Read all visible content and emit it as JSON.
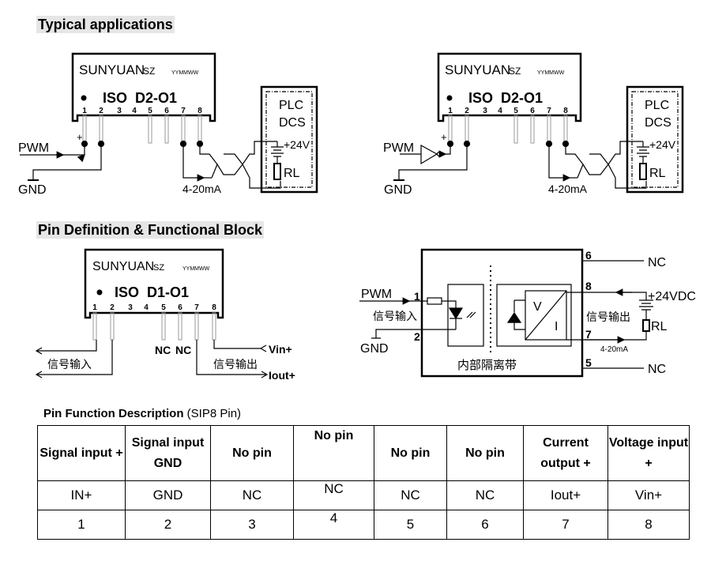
{
  "sections": {
    "typical": "Typical applications",
    "pindef": "Pin Definition & Functional Block"
  },
  "module": {
    "brand": "SUNYUAN",
    "brand_suffix": "SZ",
    "date_code": "YYMMWW",
    "model_app": "ISO  D2-O1",
    "model_pin": "ISO  D1-O1",
    "pins": [
      "1",
      "2",
      "3",
      "4",
      "5",
      "6",
      "7",
      "8"
    ]
  },
  "app": {
    "pwm": "PWM",
    "gnd": "GND",
    "plus": "+",
    "current": "4-20mA",
    "plc": "PLC",
    "dcs": "DCS",
    "v24": "+24V",
    "rl": "RL"
  },
  "pinout": {
    "signal_in": "信号输入",
    "signal_out": "信号输出",
    "nc5": "NC",
    "nc6": "NC",
    "vin": "Vin+",
    "iout": "Iout+"
  },
  "block": {
    "pwm": "PWM",
    "signal_in": "信号输入",
    "gnd": "GND",
    "signal_out": "信号输出",
    "v": "V",
    "i": "I",
    "isolation": "内部隔离带",
    "v24dc": "+24VDC",
    "rl": "RL",
    "current": "4-20mA",
    "nc_top": "NC",
    "nc_bottom": "NC",
    "pin_labels": {
      "p1": "1",
      "p2": "2",
      "p5": "5",
      "p6": "6",
      "p7": "7",
      "p8": "8"
    }
  },
  "table": {
    "caption_bold": "Pin Function Description",
    "caption_rest": " (SIP8 Pin)",
    "headers": [
      "Signal input +",
      "Signal input GND",
      "No pin",
      "No pin",
      "No pin",
      "No pin",
      "Current output +",
      "Voltage input +"
    ],
    "functions": [
      "IN+",
      "GND",
      "NC",
      "NC",
      "NC",
      "NC",
      "Iout+",
      "Vin+"
    ],
    "pins": [
      "1",
      "2",
      "3",
      "4",
      "5",
      "6",
      "7",
      "8"
    ]
  }
}
